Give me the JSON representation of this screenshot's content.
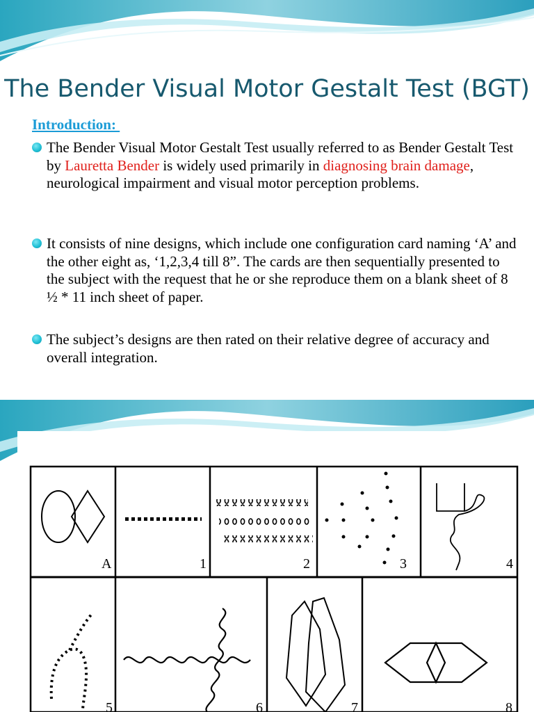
{
  "slide1": {
    "title": "The Bender Visual Motor Gestalt Test (BGT)",
    "intro_heading": "Introduction: ",
    "bullets": [
      {
        "before": "The Bender Visual Motor Gestalt Test usually referred to as Bender Gestalt Test by ",
        "red1": "Lauretta Bender",
        "middle": " is widely used primarily in ",
        "red2": "diagnosing brain damage",
        "after": ", neurological impairment and visual motor perception problems."
      },
      {
        "text": " It consists of nine designs, which include one configuration card naming ‘A’ and the other eight as, ‘1,2,3,4 till 8”. The cards are then sequentially presented to the subject with the request that he or she reproduce them on a blank sheet of 8 ½ * 11 inch sheet of paper."
      },
      {
        "text": "The subject’s designs are then rated on their relative degree of accuracy and overall integration."
      }
    ]
  },
  "figure": {
    "card_labels": [
      "A",
      "1",
      "2",
      "3",
      "4",
      "5",
      "6",
      "7",
      "8"
    ]
  },
  "colors": {
    "title": "#17596e",
    "intro": "#1a9bd6",
    "highlight": "#e0201b",
    "bullet_dot": "#22c1d6"
  }
}
